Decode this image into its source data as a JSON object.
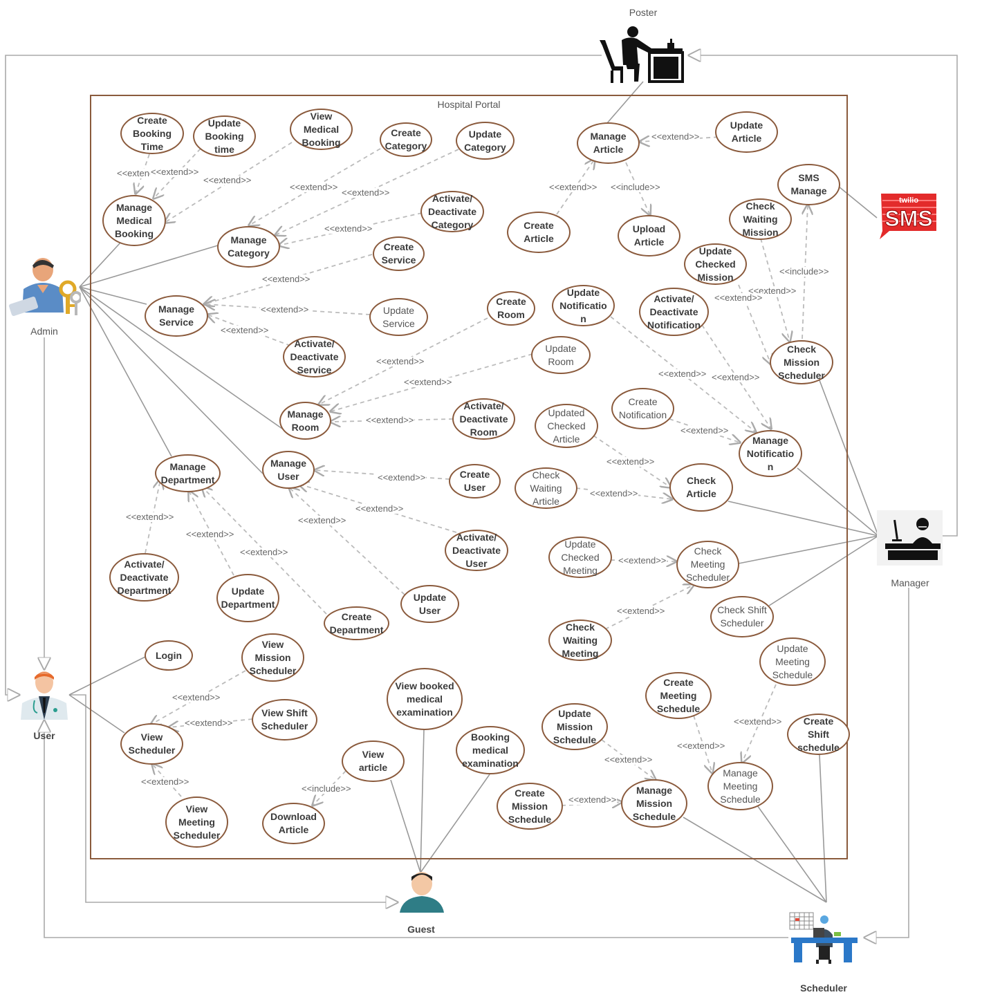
{
  "system_boundary": {
    "title": "Hospital Portal"
  },
  "actors": {
    "poster": "Poster",
    "admin": "Admin",
    "user": "User",
    "guest": "Guest",
    "manager": "Manager",
    "scheduler": "Scheduler",
    "sms_logo": "SMS",
    "sms_brand": "twilio"
  },
  "use_cases": {
    "create_booking_time": "Create Booking Time",
    "update_booking_time": "Update Booking time",
    "view_medical_booking": "View Medical Booking",
    "create_category": "Create Category",
    "update_category": "Update Category",
    "manage_medical_booking": "Manage Medical Booking",
    "manage_category": "Manage Category",
    "activate_deactivate_category": "Activate/ Deactivate Category",
    "create_service": "Create Service",
    "manage_service": "Manage Service",
    "update_service": "Update Service",
    "activate_deactivate_service": "Activate/ Deactivate Service",
    "manage_article": "Manage Article",
    "update_article": "Update Article",
    "create_article": "Create Article",
    "upload_article": "Upload Article",
    "sms_manage": "SMS Manage",
    "check_waiting_mission": "Check Waiting Mission",
    "update_checked_mission": "Update Checked Mission",
    "activate_deactivate_notification": "Activate/ Deactivate Notification",
    "update_notification": "Update Notificatio n",
    "check_mission_scheduler": "Check Mission Scheduler",
    "create_room": "Create Room",
    "update_room": "Update Room",
    "manage_room": "Manage Room",
    "activate_deactivate_room": "Activate/ Deactivate Room",
    "create_notification": "Create Notification",
    "update_checked_article": "Updated Checked Article",
    "manage_notification": "Manage Notificatio n",
    "manage_department": "Manage Department",
    "manage_user": "Manage User",
    "create_user": "Create User",
    "check_waiting_article": "Check Waiting Article",
    "check_article": "Check Article",
    "activate_deactivate_user": "Activate/ Deactivate User",
    "activate_deactivate_department": "Activate/ Deactivate Department",
    "update_department": "Update Department",
    "create_department": "Create Department",
    "update_user": "Update User",
    "update_checked_meeting": "Update Checked Meeting",
    "check_meeting_scheduler": "Check Meeting Scheduler",
    "check_shift_scheduler": "Check Shift Scheduler",
    "check_waiting_meeting": "Check Waiting Meeting",
    "login": "Login",
    "view_mission_scheduler": "View Mission Scheduler",
    "view_shift_scheduler": "View Shift Scheduler",
    "view_scheduler": "View Scheduler",
    "view_meeting_scheduler": "View Meeting Scheduler",
    "view_booked_medical_examination": "View booked medical examination",
    "booking_medical_examination": "Booking medical examination",
    "view_article": "View article",
    "download_article": "Download Article",
    "update_meeting_schedule": "Update Meeting Schedule",
    "create_meeting_schedule": "Create Meeting Schedule",
    "update_mission_schedule": "Update Mission Schedule",
    "create_shift_schedule": "Create Shift schedule",
    "manage_meeting_schedule": "Manage Meeting Schedule",
    "create_mission_schedule": "Create Mission Schedule",
    "manage_mission_schedule": "Manage Mission Schedule"
  },
  "relations": {
    "extend": "<<extend>>",
    "include": "<<include>>"
  },
  "colors": {
    "ellipse_border": "#8a5a3c",
    "association_line": "#999999",
    "dashed_line": "#bbbbbb",
    "sms_red": "#e32b2b"
  }
}
